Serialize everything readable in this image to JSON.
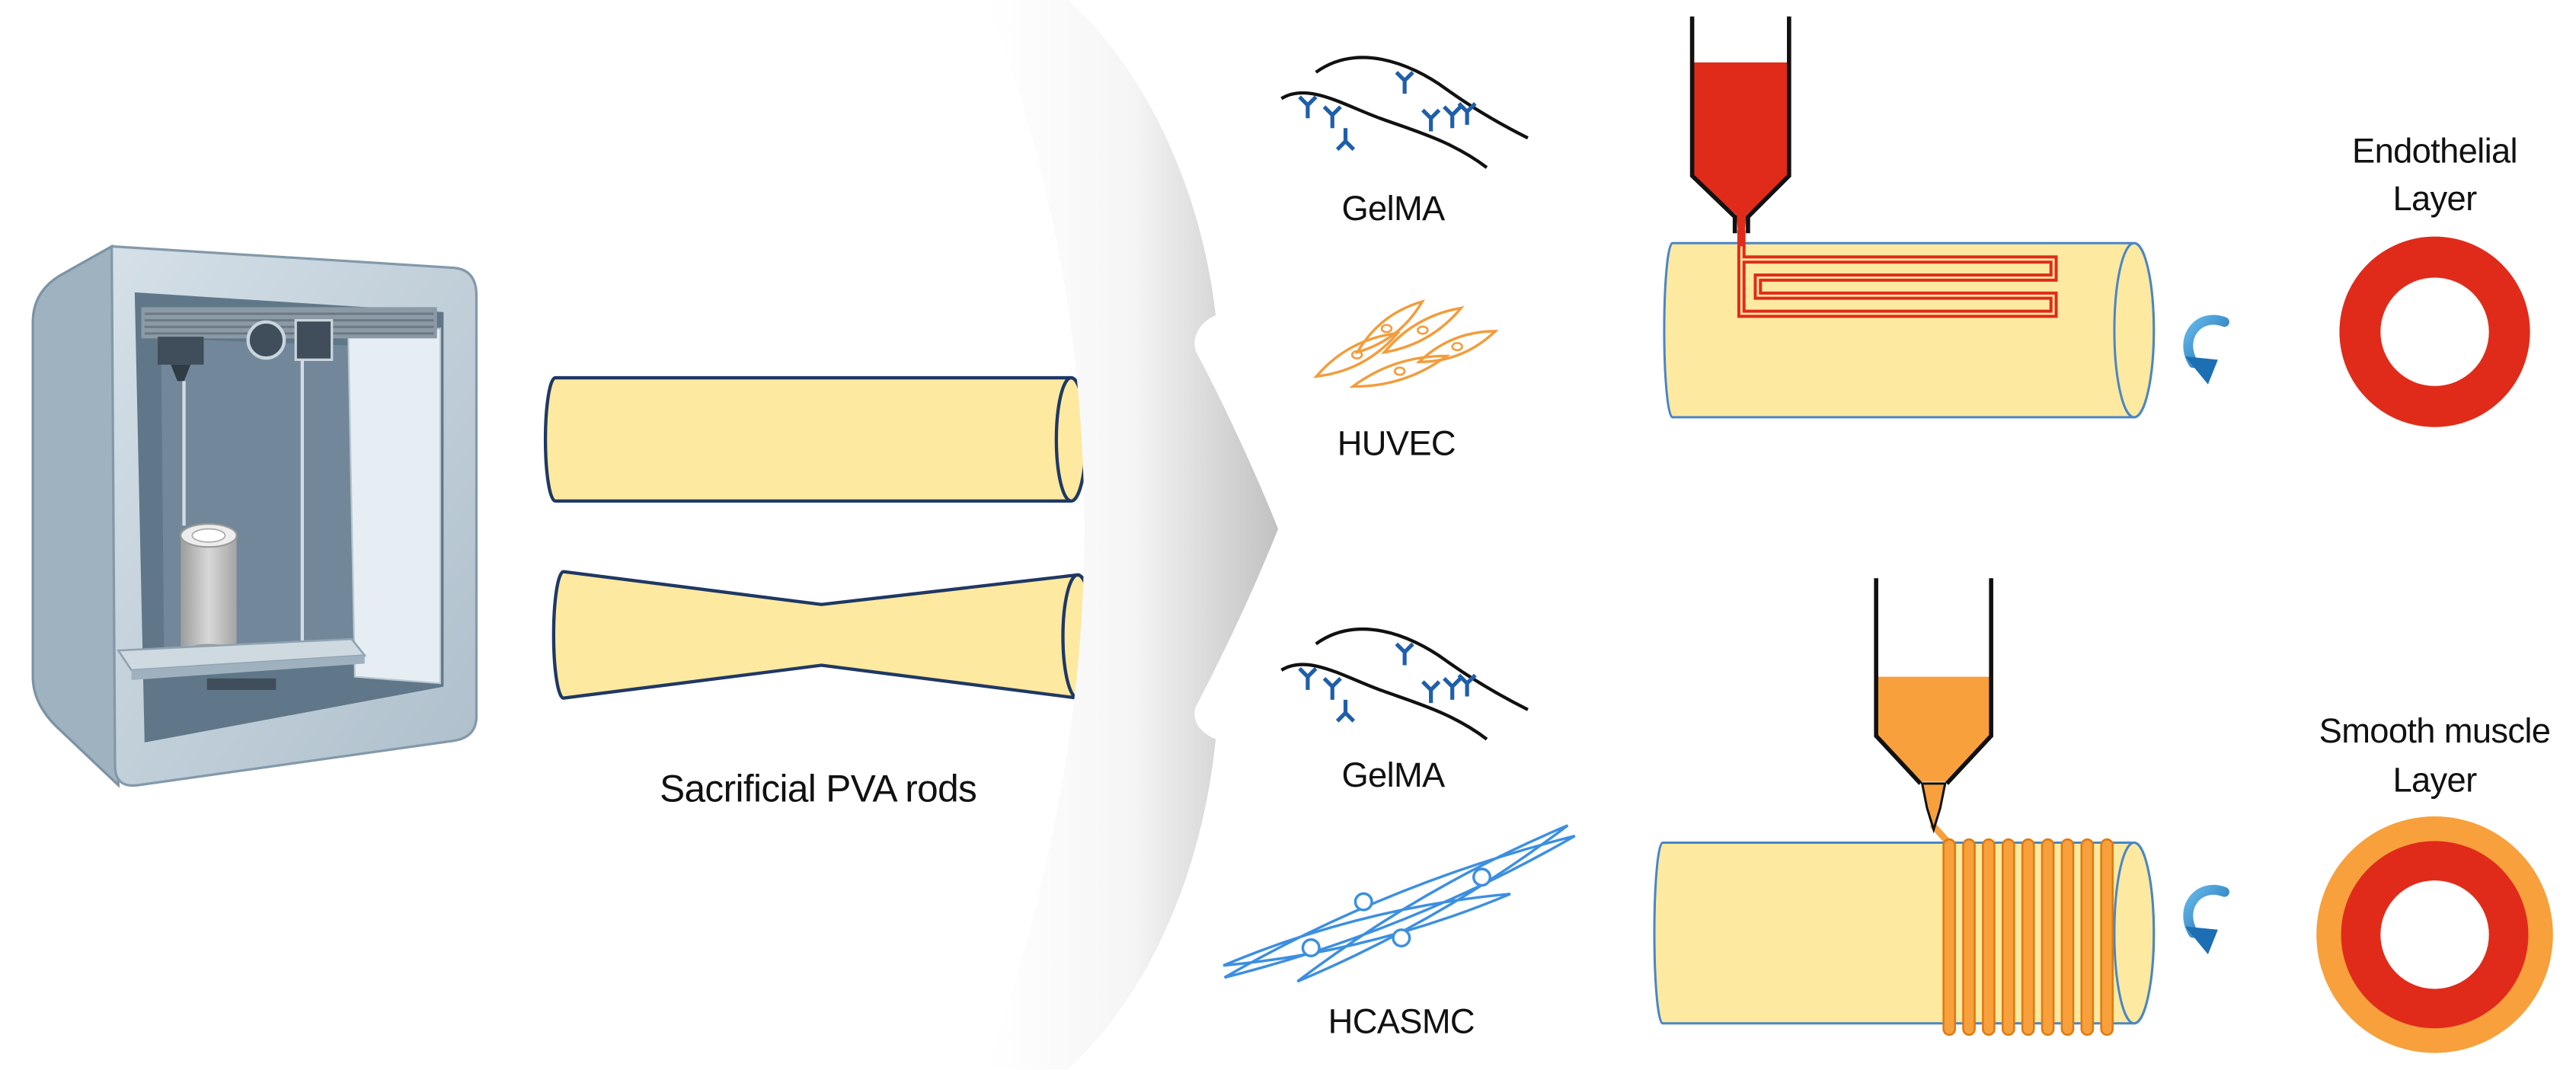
{
  "figure": {
    "printer": {
      "icon": "3d-printer-icon"
    },
    "pva_rods": {
      "caption": "Sacrificial PVA rods"
    },
    "process_arrow": {
      "icon": "chevron-arrow-icon"
    },
    "bioinks": [
      {
        "matrix_label": "GelMA",
        "matrix_icon": "gelma-fiber-icon",
        "cell_label": "HUVEC",
        "cell_icon": "huvec-cells-icon"
      },
      {
        "matrix_label": "GelMA",
        "matrix_icon": "gelma-fiber-icon",
        "cell_label": "HCASMC",
        "cell_icon": "hcasmc-cells-icon"
      }
    ],
    "printing": [
      {
        "nozzle_icon": "syringe-nozzle-icon",
        "pattern_icon": "serpentine-pattern-icon",
        "rotation_icon": "rotate-arrow-icon"
      },
      {
        "nozzle_icon": "syringe-nozzle-icon",
        "pattern_icon": "helical-coil-icon",
        "rotation_icon": "rotate-arrow-icon"
      }
    ],
    "layers": [
      {
        "title_line1": "Endothelial",
        "title_line2": "Layer",
        "icon": "endothelial-ring-icon"
      },
      {
        "title_line1": "Smooth muscle",
        "title_line2": "Layer",
        "icon": "smooth-muscle-ring-icon"
      }
    ]
  },
  "colors": {
    "rod_fill": "#FDE9A0",
    "rod_outline": "#1F3864",
    "mandrel_outline": "#4A86C5",
    "endothelial_red": "#E02B1A",
    "smooth_muscle_orange": "#F7A03C",
    "gelma_blue": "#1F5FA8",
    "huvec_orange": "#F39C3A",
    "hcasmc_blue": "#3C8FE0",
    "rotation_blue": "#2E8BC8"
  }
}
